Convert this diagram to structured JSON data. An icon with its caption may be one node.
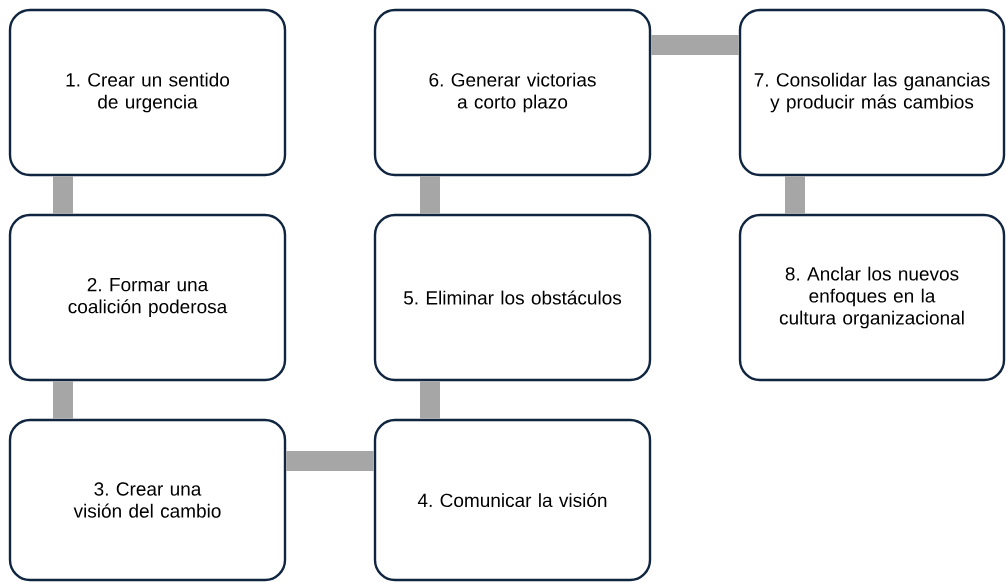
{
  "diagram": {
    "nodes": [
      {
        "text": [
          "1. Crear un sentido de urgencia"
        ]
      },
      {
        "text": [
          "2. Formar una coalición poderosa"
        ]
      },
      {
        "text": [
          "3. Crear una visión del cambio"
        ]
      },
      {
        "text": [
          "4. Comunicar la visión"
        ]
      },
      {
        "text": [
          "5. Eliminar los obstáculos"
        ]
      },
      {
        "text": [
          "6. Generar victorias a corto plazo"
        ]
      },
      {
        "text": [
          "7. Consolidar las ganancias y producir más cambios"
        ]
      },
      {
        "text": [
          "8. Anclar los nuevos enfoques en la cultura organizacional"
        ]
      }
    ],
    "edges": [
      {
        "from": 0,
        "to": 1,
        "arrow": "none"
      },
      {
        "from": 1,
        "to": 2,
        "arrow": "none"
      },
      {
        "from": 2,
        "to": 3,
        "arrow": "none"
      },
      {
        "from": 3,
        "to": 4,
        "arrow": "none"
      },
      {
        "from": 4,
        "to": 5,
        "arrow": "none"
      },
      {
        "from": 5,
        "to": 6,
        "arrow": "none"
      },
      {
        "from": 6,
        "to": 7,
        "arrow": "none"
      }
    ]
  }
}
